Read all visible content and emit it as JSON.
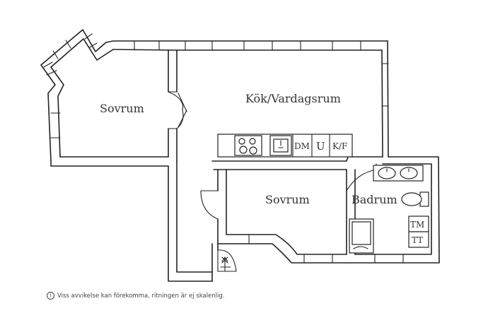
{
  "rooms": {
    "bedroom_left": "Sovrum",
    "kitchen_living": "Kök/Vardagsrum",
    "bedroom_middle": "Sovrum",
    "bathroom": "Badrum"
  },
  "fixtures": {
    "dishwasher": "DM",
    "oven": "U",
    "fridge_freezer": "K/F",
    "dryer": "TM",
    "tumble_dryer": "TT"
  },
  "disclaimer": {
    "icon": "info-icon",
    "text": "Viss avvikelse kan förekomma, ritningen är ej skalenlig."
  }
}
